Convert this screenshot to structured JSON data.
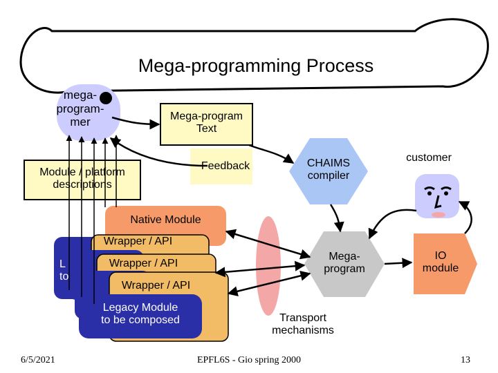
{
  "title": "Mega-programming Process",
  "nodes": {
    "megaprogrammer": [
      "mega-",
      "program-",
      "mer"
    ],
    "megaprogram_text": [
      "Mega-program",
      "Text"
    ],
    "module_platform": [
      "Module / platform",
      "descriptions"
    ],
    "feedback": "Feedback",
    "chaims_compiler": [
      "CHAIMS",
      "compiler"
    ],
    "customer": "customer",
    "native_module": "Native Module",
    "wrapper_api": "Wrapper / API",
    "legacy_module": [
      "Legacy Module",
      "to be composed"
    ],
    "legacy_partial": [
      "L",
      "to"
    ],
    "megaprogram": [
      "Mega-",
      "program"
    ],
    "io_module": [
      "IO",
      "module"
    ],
    "transport": [
      "Transport",
      "mechanisms"
    ]
  },
  "footer": {
    "date": "6/5/2021",
    "course": "EPFL6S - Gio spring 2000",
    "page": "13"
  },
  "colors": {
    "orange_module": "#f79a6a",
    "wrapper_tan": "#f2bb66",
    "legacy_blue": "#2a2fa8",
    "yellow_box": "#fff9c4",
    "compiler_blue": "#a9c6f5",
    "lavender": "#ccccff",
    "megaprogram_gray": "#c8c8c8",
    "io_orange": "#f79a6a",
    "transport_pink": "#f4a7a7"
  }
}
